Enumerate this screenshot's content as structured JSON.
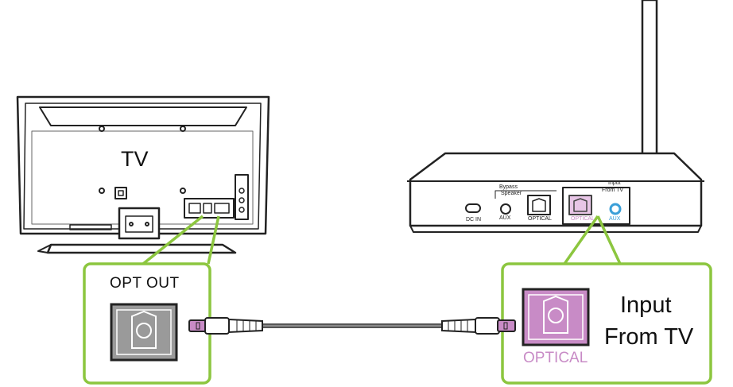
{
  "labels": {
    "tv": "TV",
    "opt_out": "OPT OUT",
    "input_line1": "Input",
    "input_line2": "From TV",
    "optical_callout": "OPTICAL"
  },
  "receiver_ports": {
    "bypass": "Bypass",
    "speaker": "Speaker",
    "input": "Input",
    "from_tv": "From TV",
    "dc_in": "DC IN",
    "aux_bypass": "AUX",
    "optical_bypass": "OPTICAL",
    "optical_input": "OPTICAL",
    "aux_input": "AUX"
  },
  "colors": {
    "callout_green": "#8cc63f",
    "optical_pink": "#c88bc6",
    "aux_blue": "#3a9fd8",
    "cable_gray": "#8a8a8a",
    "port_gray": "#9a9a9a"
  }
}
